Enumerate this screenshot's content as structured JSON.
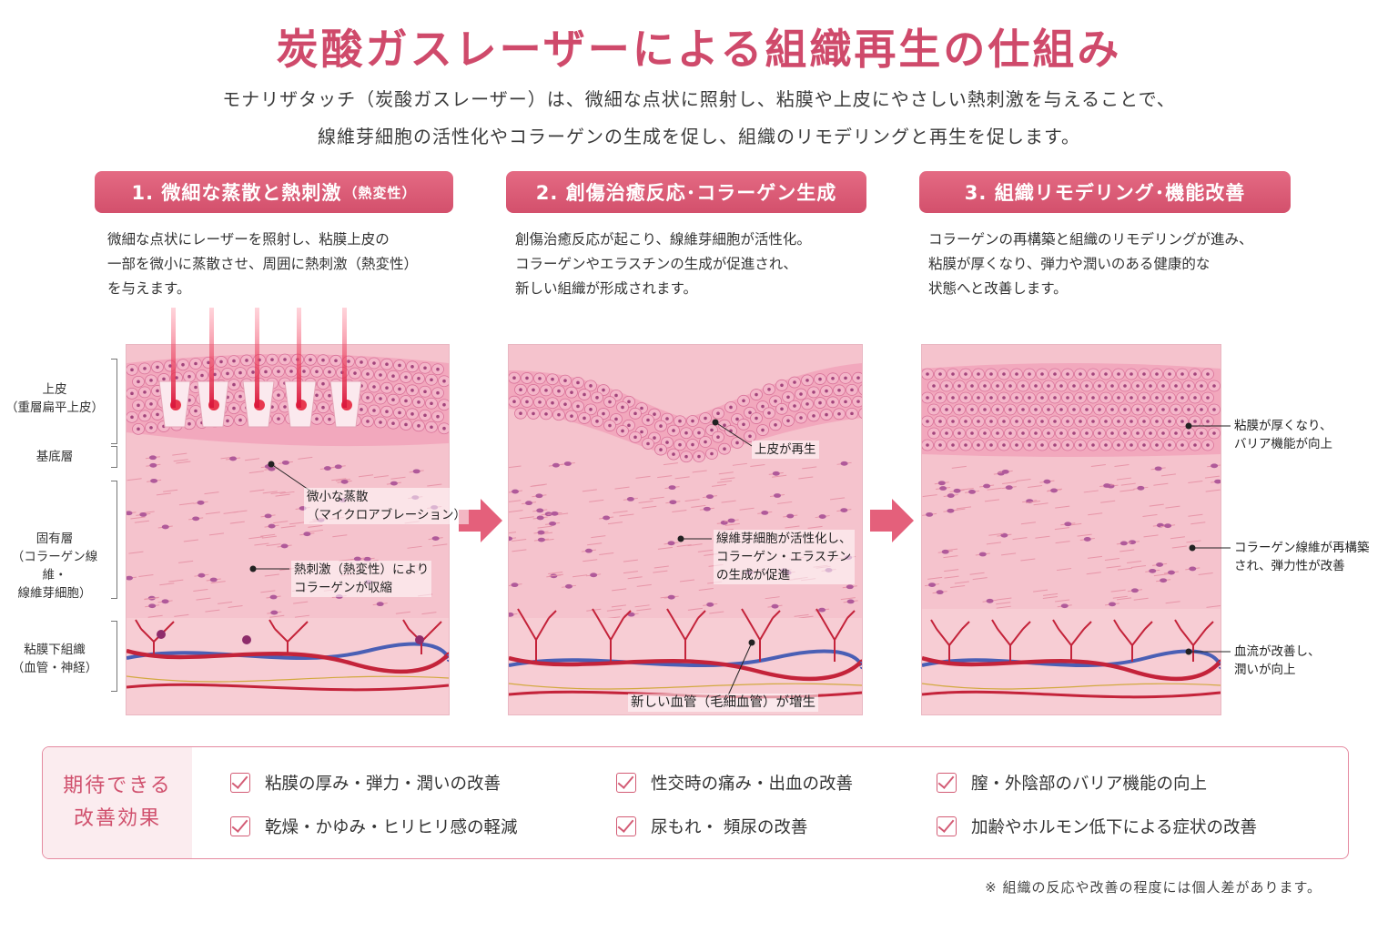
{
  "title": "炭酸ガスレーザーによる組織再生の仕組み",
  "intro": {
    "line1": "モナリザタッチ（炭酸ガスレーザー）は、微細な点状に照射し、粘膜や上皮にやさしい熱刺激を与えることで、",
    "line2": "線維芽細胞の活性化やコラーゲンの生成を促し、組織のリモデリングと再生を促します。"
  },
  "steps": [
    {
      "header": "1. 微細な蒸散と熱刺激",
      "header_small": "（熱変性）",
      "desc": [
        "微細な点状にレーザーを照射し、粘膜上皮の",
        "一部を微小に蒸散させ、周囲に熱刺激（熱変性）",
        "を与えます。"
      ]
    },
    {
      "header": "2. 創傷治癒反応･コラーゲン生成",
      "desc": [
        "創傷治癒反応が起こり、線維芽細胞が活性化。",
        "コラーゲンやエラスチンの生成が促進され、",
        "新しい組織が形成されます。"
      ]
    },
    {
      "header": "3. 組織リモデリング･機能改善",
      "desc": [
        "コラーゲンの再構築と組織のリモデリングが進み、",
        "粘膜が厚くなり、弾力や潤いのある健康的な",
        "状態へと改善します。"
      ]
    }
  ],
  "layers": {
    "epithelium": [
      "上皮",
      "（重層扁平上皮）"
    ],
    "basal": "基底層",
    "lamina": [
      "固有層",
      "（コラーゲン線維・",
      "線維芽細胞）"
    ],
    "submucosa": [
      "粘膜下組織",
      "（血管・神経）"
    ]
  },
  "annotations": {
    "p1_ablation": [
      "微小な蒸散",
      "（マイクロアブレーション）"
    ],
    "p1_heat": [
      "熱刺激（熱変性）により",
      "コラーゲンが収縮"
    ],
    "p2_epi": "上皮が再生",
    "p2_fibro": [
      "線維芽細胞が活性化し、",
      "コラーゲン・エラスチン",
      "の生成が促進"
    ],
    "p2_vessel": "新しい血管（毛細血管）が増生",
    "p3_mucosa": [
      "粘膜が厚くなり、",
      "バリア機能が向上"
    ],
    "p3_collagen": [
      "コラーゲン線維が再構築",
      "され、弾力性が改善"
    ],
    "p3_blood": [
      "血流が改善し、",
      "潤いが向上"
    ]
  },
  "benefits": {
    "heading": [
      "期待できる",
      "改善効果"
    ],
    "items": [
      "粘膜の厚み・弾力・潤いの改善",
      "性交時の痛み・出血の改善",
      "膣・外陰部のバリア機能の向上",
      "乾燥・かゆみ・ヒリヒリ感の軽減",
      "尿もれ・ 頻尿の改善",
      "加齢やホルモン低下による症状の改善"
    ]
  },
  "footnote": "※ 組織の反応や改善の程度には個人差があります。",
  "colors": {
    "accent": "#d3506c",
    "tissue": "#f6c6d0",
    "epithelium": "#ee8fb0",
    "vessel_red": "#c4233a",
    "vessel_blue": "#4a5fb5"
  }
}
